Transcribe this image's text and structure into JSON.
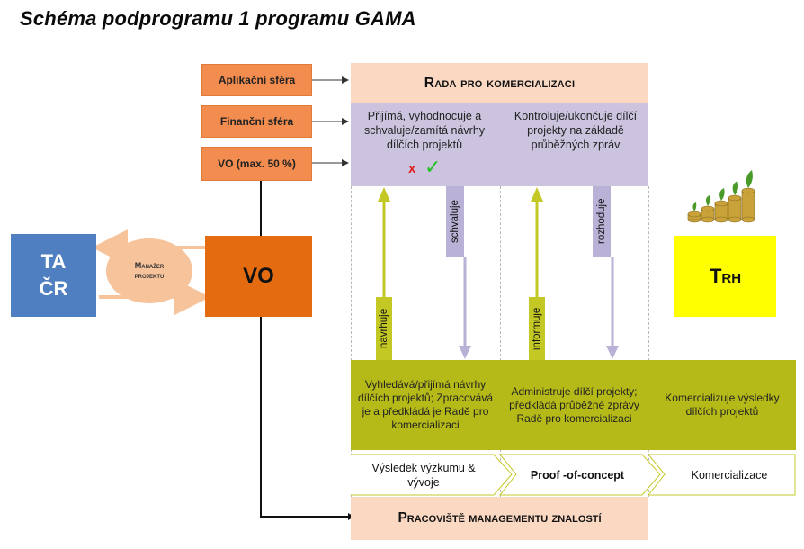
{
  "title": "Schéma podprogramu 1 programu GAMA",
  "spheres": [
    {
      "label": "Aplikační sféra"
    },
    {
      "label": "Finanční sféra"
    },
    {
      "label": "VO (max. 50 %)"
    }
  ],
  "rada": {
    "title": "Rada pro komercializaci",
    "left_text": "Přijímá, vyhodnocuje a schvaluje/zamítá návrhy dílčích projektů",
    "right_text": "Kontroluje/ukončuje dílčí projekty na základě průběžných zpráv",
    "reject_mark": "x",
    "approve_mark": "✓"
  },
  "arrows": {
    "navrhuje": "navrhuje",
    "schvaluje": "schvaluje",
    "informuje": "informuje",
    "rozhoduje": "rozhoduje"
  },
  "olive": {
    "left": "Vyhledává/přijímá návrhy dílčích projektů; Zpracovává je a předkládá je Radě pro komercializaci",
    "middle": "Administruje dílčí projekty; předkládá průběžné zprávy Radě pro komercializaci",
    "right": "Komercializuje výsledky dílčích projektů"
  },
  "stages": [
    {
      "label": "Výsledek výzkumu & vývoje",
      "bold": false
    },
    {
      "label": "Proof -of-concept",
      "bold": true
    },
    {
      "label": "Komercializace",
      "bold": false
    }
  ],
  "bottom": {
    "title": "Pracoviště managementu znalostí"
  },
  "tacr": {
    "line1": "TA",
    "line2": "ČR"
  },
  "manager": {
    "line1": "Manažer",
    "line2": "projektu"
  },
  "vo": {
    "label": "VO"
  },
  "trh": {
    "label": "Trh"
  },
  "colors": {
    "orange": "#f28c4f",
    "peach": "#fad8c2",
    "lavender": "#ccc3de",
    "olive": "#b5ba18",
    "blue": "#4f7fc0",
    "vo_orange": "#e46b10",
    "yellow": "#ffff00",
    "lavender_arrow": "#b9b2d6",
    "olive_arrow": "#c3c824"
  }
}
